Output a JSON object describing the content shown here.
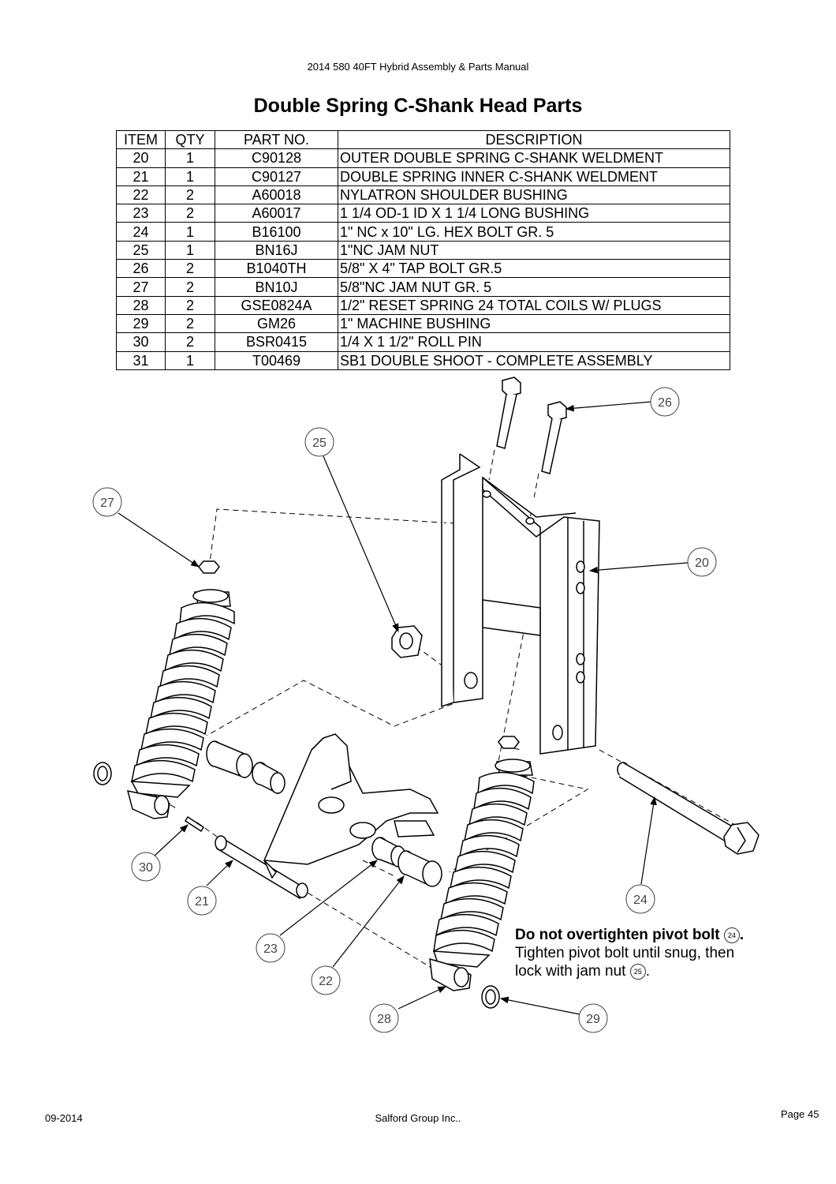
{
  "header": "2014 580 40FT Hybrid Assembly & Parts Manual",
  "title": "Double Spring C-Shank Head Parts",
  "table": {
    "columns": [
      "ITEM",
      "QTY",
      "PART NO.",
      "DESCRIPTION"
    ],
    "rows": [
      {
        "item": "20",
        "qty": "1",
        "part": "C90128",
        "desc": "OUTER DOUBLE SPRING C-SHANK WELDMENT"
      },
      {
        "item": "21",
        "qty": "1",
        "part": "C90127",
        "desc": "DOUBLE SPRING INNER C-SHANK WELDMENT"
      },
      {
        "item": "22",
        "qty": "2",
        "part": "A60018",
        "desc": "NYLATRON SHOULDER BUSHING"
      },
      {
        "item": "23",
        "qty": "2",
        "part": "A60017",
        "desc": "1 1/4 OD-1 ID X 1 1/4 LONG BUSHING"
      },
      {
        "item": "24",
        "qty": "1",
        "part": "B16100",
        "desc": "1\" NC x 10\" LG. HEX BOLT GR. 5"
      },
      {
        "item": "25",
        "qty": "1",
        "part": "BN16J",
        "desc": "1\"NC JAM NUT"
      },
      {
        "item": "26",
        "qty": "2",
        "part": "B1040TH",
        "desc": "5/8\" X 4\" TAP BOLT GR.5"
      },
      {
        "item": "27",
        "qty": "2",
        "part": "BN10J",
        "desc": "5/8\"NC JAM NUT GR. 5"
      },
      {
        "item": "28",
        "qty": "2",
        "part": "GSE0824A",
        "desc": "1/2\" RESET SPRING 24 TOTAL COILS W/ PLUGS"
      },
      {
        "item": "29",
        "qty": "2",
        "part": "GM26",
        "desc": "1\" MACHINE BUSHING"
      },
      {
        "item": "30",
        "qty": "2",
        "part": "BSR0415",
        "desc": "1/4 X 1 1/2\" ROLL PIN"
      },
      {
        "item": "31",
        "qty": "1",
        "part": "T00469",
        "desc": "SB1 DOUBLE SHOOT - COMPLETE ASSEMBLY"
      }
    ]
  },
  "callouts": [
    "26",
    "25",
    "27",
    "20",
    "30",
    "21",
    "24",
    "23",
    "22",
    "28",
    "29"
  ],
  "note": {
    "line1": "Do not overtighten pivot bolt",
    "line1_ref": "24",
    "line1_end": ".",
    "line2": "Tighten pivot bolt until snug, then",
    "line3": "lock with jam nut",
    "line3_ref": "25",
    "line3_end": "."
  },
  "footer": {
    "date": "09-2014",
    "company": "Salford Group Inc..",
    "page": "Page 45"
  }
}
